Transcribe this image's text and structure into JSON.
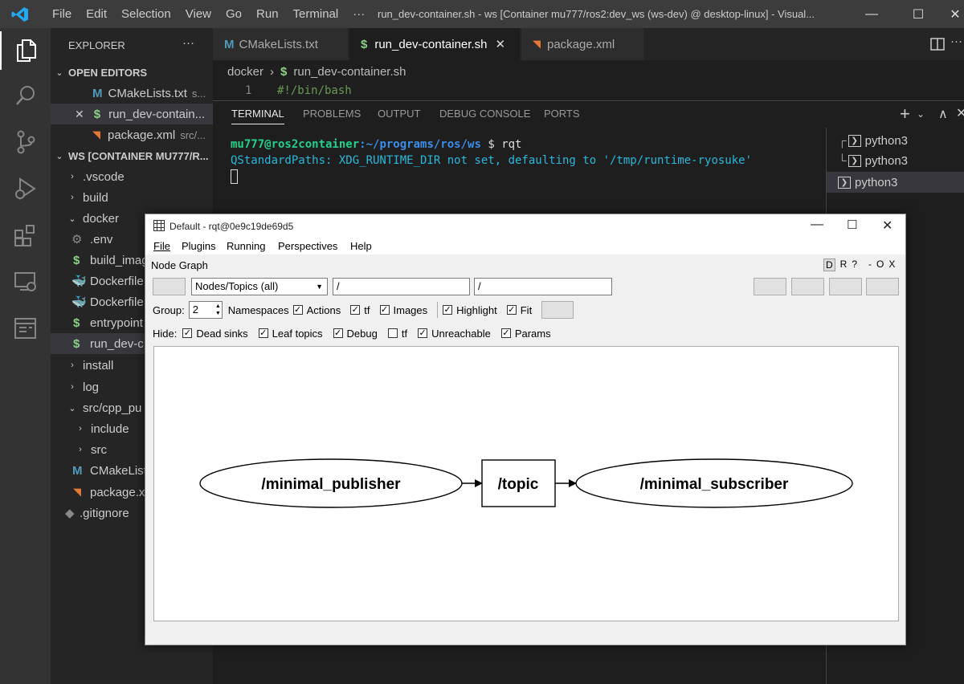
{
  "titlebar": {
    "menu": [
      "File",
      "Edit",
      "Selection",
      "View",
      "Go",
      "Run",
      "Terminal",
      "···"
    ],
    "window_title": "run_dev-container.sh - ws [Container mu777/ros2:dev_ws (ws-dev) @ desktop-linux] - Visual...",
    "minimize": "—",
    "maximize": "☐",
    "close": "✕"
  },
  "explorer": {
    "title": "EXPLORER",
    "more": "···",
    "open_editors_header": "OPEN EDITORS",
    "open_editors": [
      {
        "icon": "M",
        "name": "CMakeLists.txt",
        "detail": "s..."
      },
      {
        "icon": "$",
        "name": "run_dev-contain...",
        "detail": ""
      },
      {
        "icon": "rss",
        "name": "package.xml",
        "detail": "src/..."
      }
    ],
    "workspace_header": "WS [CONTAINER MU777/R...",
    "tree": [
      {
        "label": ".vscode",
        "chev": "›",
        "icon": ""
      },
      {
        "label": "build",
        "chev": "›",
        "icon": ""
      },
      {
        "label": "docker",
        "chev": "⌄",
        "icon": ""
      },
      {
        "label": ".env",
        "chev": "",
        "icon": "gear"
      },
      {
        "label": "build_imag",
        "chev": "",
        "icon": "$"
      },
      {
        "label": "Dockerfile",
        "chev": "",
        "icon": "docker"
      },
      {
        "label": "Dockerfile",
        "chev": "",
        "icon": "docker"
      },
      {
        "label": "entrypoint",
        "chev": "",
        "icon": "$"
      },
      {
        "label": "run_dev-c",
        "chev": "",
        "icon": "$"
      },
      {
        "label": "install",
        "chev": "›",
        "icon": ""
      },
      {
        "label": "log",
        "chev": "›",
        "icon": ""
      },
      {
        "label": "src/cpp_pu",
        "chev": "⌄",
        "icon": ""
      },
      {
        "label": "include",
        "chev": "›",
        "icon": ""
      },
      {
        "label": "src",
        "chev": "›",
        "icon": ""
      },
      {
        "label": "CMakeList",
        "chev": "",
        "icon": "M"
      },
      {
        "label": "package.x",
        "chev": "",
        "icon": "rss"
      },
      {
        "label": ".gitignore",
        "chev": "",
        "icon": "diamond"
      }
    ]
  },
  "editor": {
    "tabs": [
      {
        "icon": "M",
        "label": "CMakeLists.txt"
      },
      {
        "icon": "$",
        "label": "run_dev-container.sh",
        "close": "✕"
      },
      {
        "icon": "rss",
        "label": "package.xml"
      }
    ],
    "breadcrumb_folder": "docker",
    "breadcrumb_sep": "›",
    "breadcrumb_file": "run_dev-container.sh",
    "line_number": "1",
    "line_code": "#!/bin/bash"
  },
  "panel": {
    "tabs": [
      "TERMINAL",
      "PROBLEMS",
      "OUTPUT",
      "DEBUG CONSOLE",
      "PORTS"
    ],
    "prompt_user": "mu777@ros2container",
    "prompt_path": ":~/programs/ros/ws",
    "prompt_symbol": "$",
    "command": "rqt",
    "output_line": "QStandardPaths: XDG_RUNTIME_DIR not set, defaulting to '/tmp/runtime-ryosuke'",
    "terminals": [
      "python3",
      "python3",
      "python3"
    ]
  },
  "rqt": {
    "title": "Default - rqt@0e9c19de69d5",
    "menu": [
      "File",
      "Plugins",
      "Running",
      "Perspectives",
      "Help"
    ],
    "plugin_name": "Node Graph",
    "plugin_controls": [
      "D",
      "R",
      "?",
      "-",
      "O",
      "X"
    ],
    "mode_select": "Nodes/Topics (all)",
    "filter1": "/",
    "filter2": "/",
    "group_label": "Group:",
    "group_value": "2",
    "options": [
      {
        "label": "Namespaces",
        "checked": true
      },
      {
        "label": "Actions",
        "checked": true
      },
      {
        "label": "tf",
        "checked": true
      },
      {
        "label": "Images",
        "checked": true
      },
      {
        "label": "Highlight",
        "checked": true
      },
      {
        "label": "Fit",
        "checked": true
      }
    ],
    "hide_label": "Hide:",
    "hide_options": [
      {
        "label": "Dead sinks",
        "checked": true
      },
      {
        "label": "Leaf topics",
        "checked": true
      },
      {
        "label": "Debug",
        "checked": true
      },
      {
        "label": "tf",
        "checked": false
      },
      {
        "label": "Unreachable",
        "checked": true
      },
      {
        "label": "Params",
        "checked": true
      }
    ],
    "graph": {
      "publisher": "/minimal_publisher",
      "topic": "/topic",
      "subscriber": "/minimal_subscriber"
    }
  },
  "colors": {
    "prompt_green": "#23d18b",
    "path_blue": "#3b8eea",
    "output_cyan": "#29b8db",
    "shell_icon": "#89d185",
    "cmake_icon": "#519aba",
    "rss_icon": "#e37933"
  }
}
